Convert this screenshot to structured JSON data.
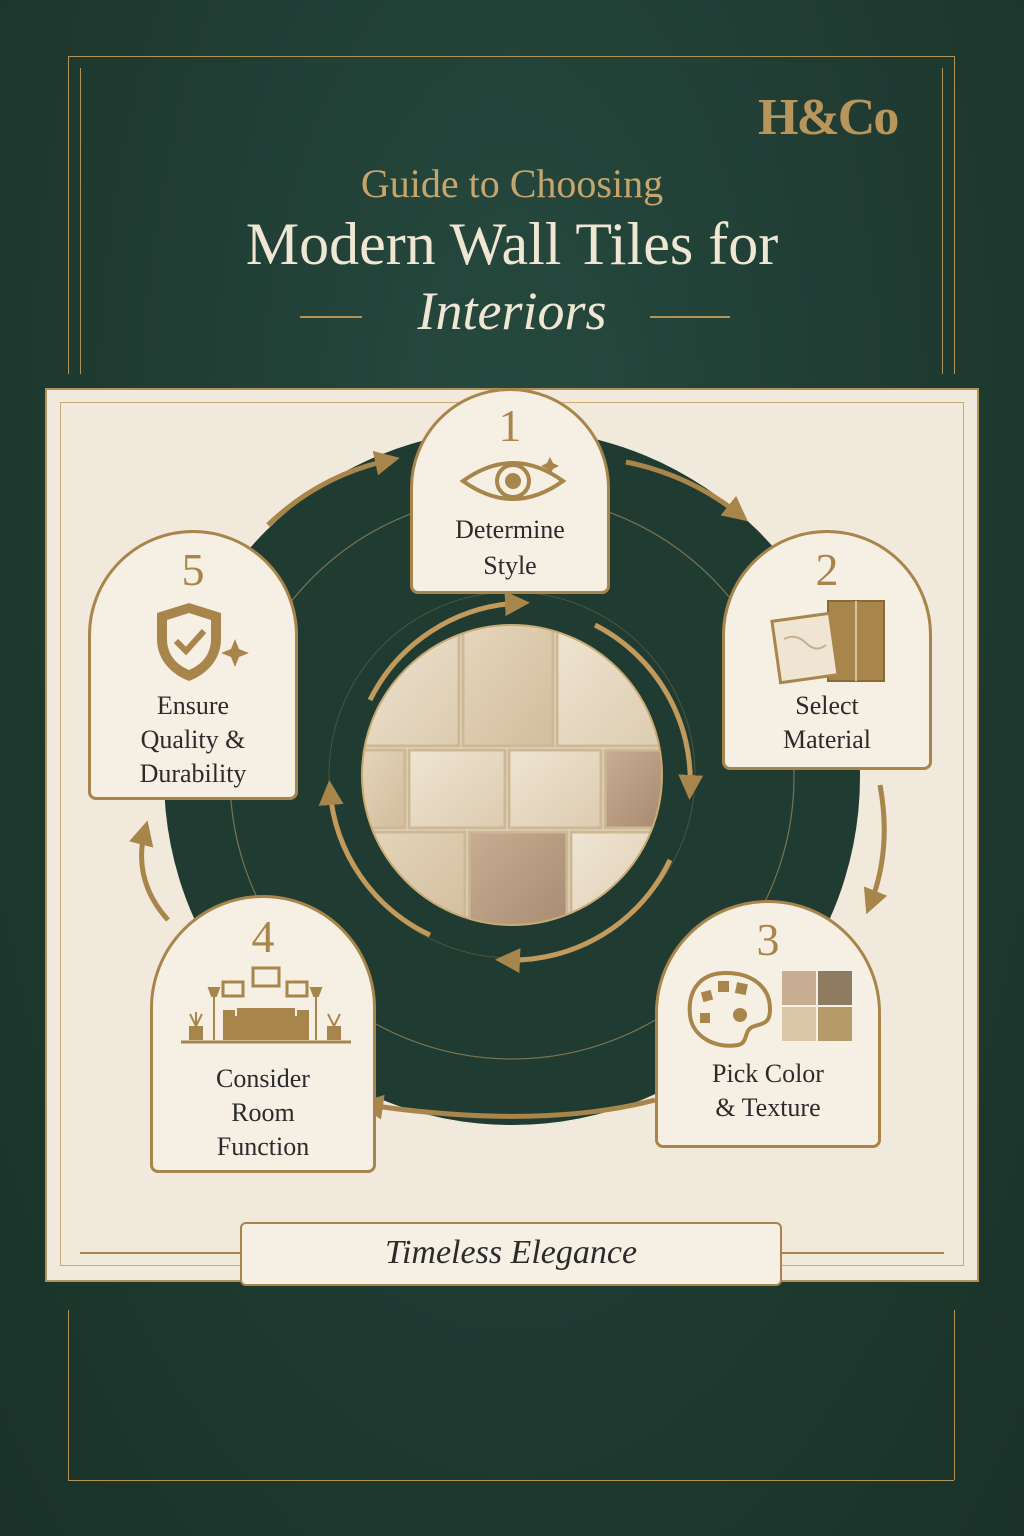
{
  "brand": "H&Co",
  "header": {
    "subtitle": "Guide to Choosing",
    "title": "Modern Wall Tiles for",
    "title_italic": "Interiors"
  },
  "steps": [
    {
      "number": "1",
      "label_lines": [
        "Determine",
        "Style"
      ],
      "icon": "eye-icon"
    },
    {
      "number": "2",
      "label_lines": [
        "Select",
        "Material"
      ],
      "icon": "tile-samples-icon"
    },
    {
      "number": "3",
      "label_lines": [
        "Pick Color",
        "& Texture"
      ],
      "icon": "palette-icon"
    },
    {
      "number": "4",
      "label_lines": [
        "Consider",
        "Room",
        "Function"
      ],
      "icon": "living-room-icon"
    },
    {
      "number": "5",
      "label_lines": [
        "Ensure",
        "Quality &",
        "Durability"
      ],
      "icon": "shield-check-icon"
    }
  ],
  "footer": "Timeless Elegance",
  "colors": {
    "background": "#1f3b32",
    "accent": "#b39257",
    "panel": "#f1e9db",
    "text": "#2b2b2b"
  }
}
